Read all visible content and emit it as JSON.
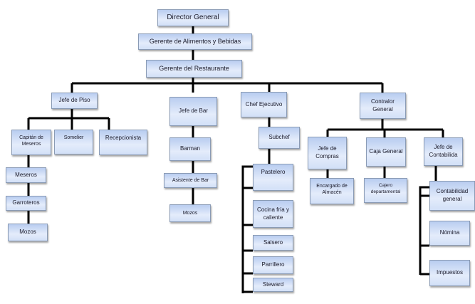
{
  "director": "Director General",
  "gerente_ab": "Gerente de Alimentos y Bebidas",
  "gerente_rest": "Gerente del Restaurante",
  "piso": {
    "head": "Jefe de Piso",
    "capitan": "Capitán de Meseros",
    "somelier": "Somelier",
    "recepcionista": "Recepcionista",
    "meseros": "Meseros",
    "garroteros": "Garroteros",
    "mozos": "Mozos"
  },
  "bar": {
    "head": "Jefe de Bar",
    "barman": "Barman",
    "asistente": "Asistente de Bar",
    "mozos": "Mozos"
  },
  "chef": {
    "head": "Chef Ejecutivo",
    "subchef": "Subchef",
    "pastelero": "Pastelero",
    "cocina": "Cocina fría y caliente",
    "salsero": "Salsero",
    "parrillero": "Parrillero",
    "steward": "Steward"
  },
  "contralor": {
    "head": "Contralor General",
    "compras": "Jefe de Compras",
    "caja": "Caja General",
    "contabilidad": "Jefe de Contabilida",
    "almacen": "Encargado de Almacén",
    "cajero": "Cajero departamental",
    "cont_general": "Contabilidad general",
    "nomina": "Nómina",
    "impuestos": "Impuestos"
  }
}
